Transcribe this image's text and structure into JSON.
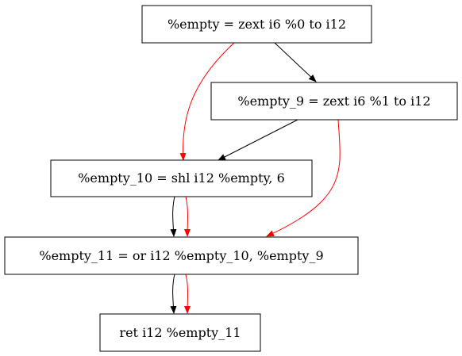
{
  "nodes": {
    "n0": "%empty = zext i6 %0 to i12",
    "n1": "%empty_9 = zext i6 %1 to i12",
    "n2": "%empty_10 = shl i12 %empty, 6",
    "n3": "%empty_11 = or i12 %empty_10, %empty_9",
    "n4": "ret i12 %empty_11"
  },
  "edges": [
    {
      "from": "n0",
      "to": "n1",
      "color": "#000000"
    },
    {
      "from": "n0",
      "to": "n2",
      "color": "#ff0000"
    },
    {
      "from": "n1",
      "to": "n2",
      "color": "#000000"
    },
    {
      "from": "n1",
      "to": "n3",
      "color": "#ff0000"
    },
    {
      "from": "n2",
      "to": "n3",
      "color": "#000000"
    },
    {
      "from": "n2",
      "to": "n3",
      "color": "#ff0000"
    },
    {
      "from": "n3",
      "to": "n4",
      "color": "#000000"
    },
    {
      "from": "n3",
      "to": "n4",
      "color": "#ff0000"
    }
  ],
  "colors": {
    "operand_edge": "#000000",
    "order_edge": "#ff0000",
    "node_border": "#000000",
    "background": "#ffffff"
  }
}
